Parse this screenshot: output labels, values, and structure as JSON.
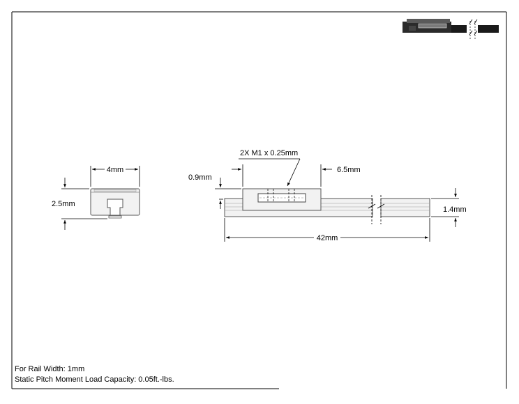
{
  "drawing": {
    "colors": {
      "line": "#000000",
      "part_fill": "#f2f2f2",
      "part_stroke": "#555555",
      "dark": "#2b2b2b"
    },
    "end_view": {
      "width_label": "4mm",
      "height_label": "2.5mm"
    },
    "side_view": {
      "screw_callout": "2X M1 x 0.25mm",
      "offset_label": "0.9mm",
      "carriage_length_label": "6.5mm",
      "rail_height_label": "1.4mm",
      "rail_length_label": "42mm"
    },
    "notes": {
      "rail_width": "For Rail Width: 1mm",
      "load_capacity": "Static Pitch Moment Load Capacity: 0.05ft.-lbs."
    }
  }
}
